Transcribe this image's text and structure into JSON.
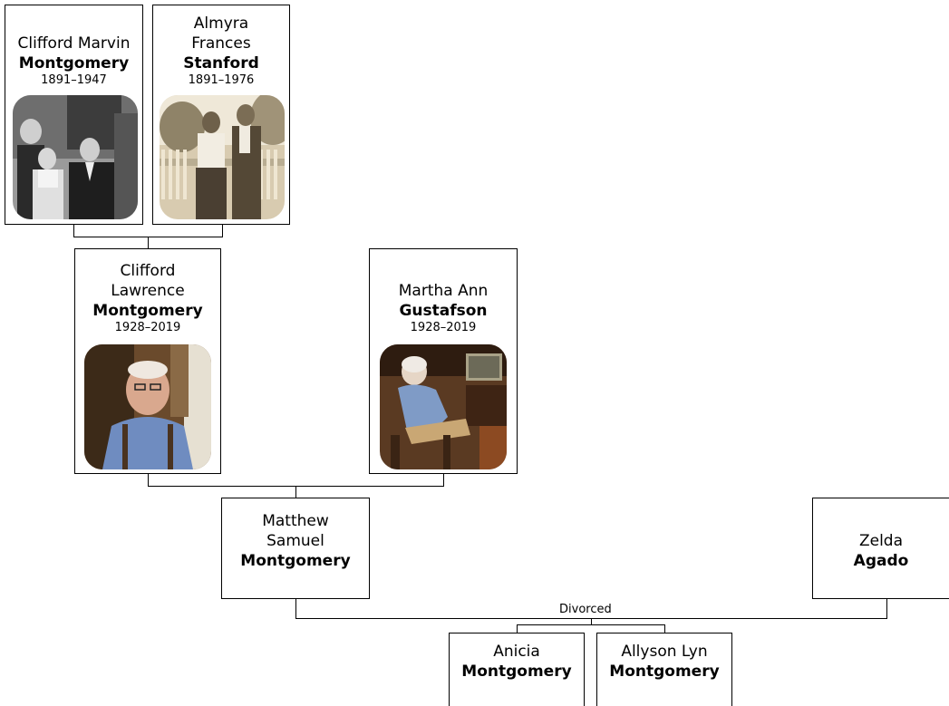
{
  "people": {
    "clifford_marvin": {
      "given": "Clifford Marvin",
      "surname": "Montgomery",
      "years": "1891–1947"
    },
    "almyra": {
      "given_line1": "Almyra",
      "given_line2": "Frances",
      "surname": "Stanford",
      "years": "1891–1976"
    },
    "clifford_lawrence": {
      "given_line1": "Clifford",
      "given_line2": "Lawrence",
      "surname": "Montgomery",
      "years": "1928–2019"
    },
    "martha": {
      "given": "Martha Ann",
      "surname": "Gustafson",
      "years": "1928–2019"
    },
    "matthew": {
      "given_line1": "Matthew",
      "given_line2": "Samuel",
      "surname": "Montgomery"
    },
    "zelda": {
      "given": "Zelda",
      "surname": "Agado"
    },
    "anicia": {
      "given": "Anicia",
      "surname": "Montgomery"
    },
    "allyson": {
      "given": "Allyson Lyn",
      "surname": "Montgomery"
    }
  },
  "relationships": {
    "matthew_zelda": "Divorced"
  }
}
